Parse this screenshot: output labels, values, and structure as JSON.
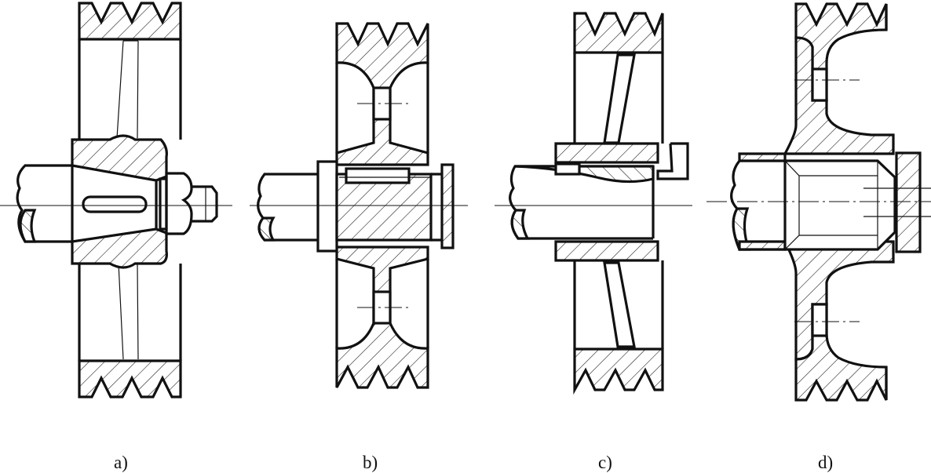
{
  "figure": {
    "panels": [
      {
        "id": "a",
        "label": "a)"
      },
      {
        "id": "b",
        "label": "b)"
      },
      {
        "id": "c",
        "label": "c)"
      },
      {
        "id": "d",
        "label": "d)"
      }
    ]
  }
}
